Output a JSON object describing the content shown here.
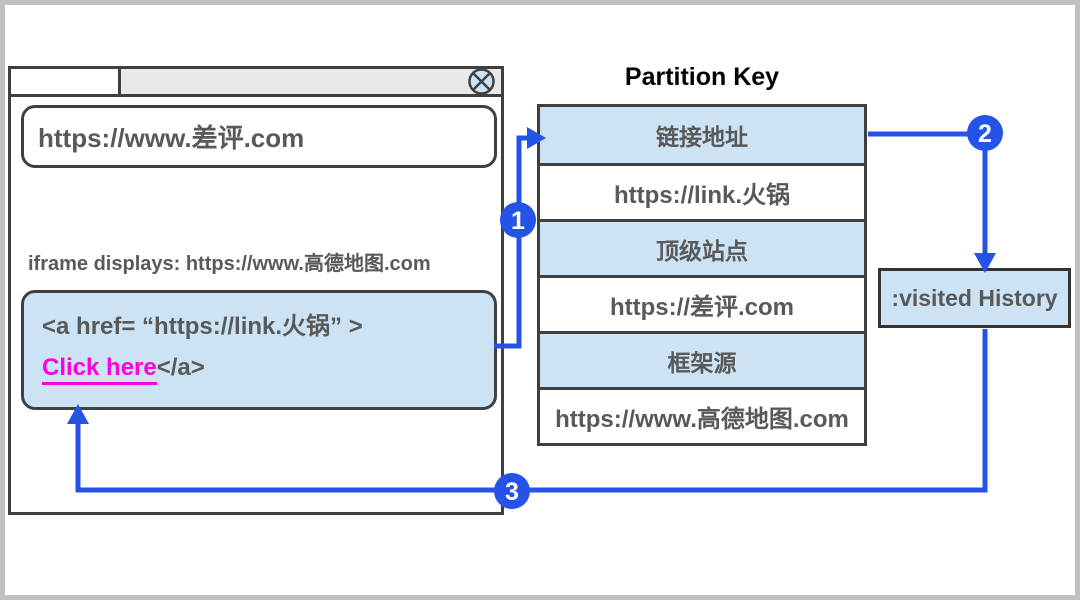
{
  "browser": {
    "url": "https://www.差评.com",
    "iframe_label": "iframe displays: https://www.高德地图.com",
    "code_line1": "<a href= “https://link.火锅” >",
    "code_link_text": "Click here",
    "code_line2_rest": "</a>"
  },
  "table": {
    "title": "Partition Key",
    "rows": [
      {
        "label": "链接地址",
        "kind": "header"
      },
      {
        "label": "https://link.火锅",
        "kind": "value"
      },
      {
        "label": "顶级站点",
        "kind": "header"
      },
      {
        "label": "https://差评.com",
        "kind": "value"
      },
      {
        "label": "框架源",
        "kind": "header"
      },
      {
        "label": "https://www.高德地图.com",
        "kind": "value"
      }
    ]
  },
  "visited_box": {
    "label": ":visited History"
  },
  "steps": [
    {
      "number": "1"
    },
    {
      "number": "2"
    },
    {
      "number": "3"
    }
  ],
  "colors": {
    "arrow_blue": "#2553e8",
    "light_blue": "#cbe3f4",
    "border_dark": "#404040",
    "text_gray": "#595959",
    "link_magenta": "#ff00dc",
    "titlebar_gray": "#e9e9e9",
    "frame_gray": "#c2c2c2"
  }
}
